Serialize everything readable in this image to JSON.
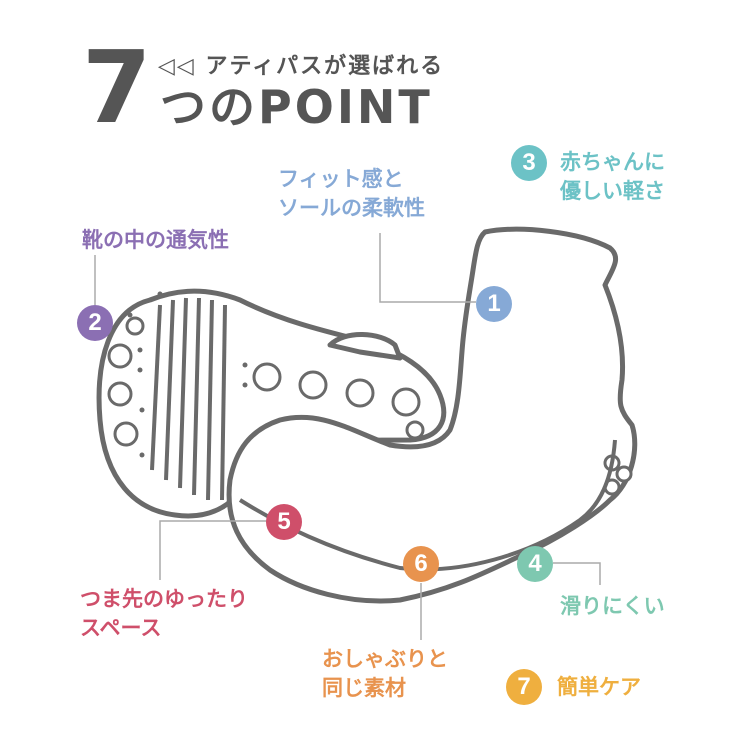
{
  "header": {
    "number": "7",
    "subtitle": "◁◁ アティパスが選ばれる",
    "title": "つのPOINT"
  },
  "points": [
    {
      "num": "1",
      "lines": [
        "フィット感と",
        "ソールの柔軟性"
      ],
      "color": "#86a9d6"
    },
    {
      "num": "2",
      "lines": [
        "靴の中の通気性"
      ],
      "color": "#8b6fb3"
    },
    {
      "num": "3",
      "lines": [
        "赤ちゃんに",
        "優しい軽さ"
      ],
      "color": "#6cc2c6"
    },
    {
      "num": "4",
      "lines": [
        "滑りにくい"
      ],
      "color": "#7ec8b0"
    },
    {
      "num": "5",
      "lines": [
        "つま先のゆったり",
        "スペース"
      ],
      "color": "#cf4f6a"
    },
    {
      "num": "6",
      "lines": [
        "おしゃぶりと",
        "同じ素材"
      ],
      "color": "#e8934e"
    },
    {
      "num": "7",
      "lines": [
        "簡単ケア"
      ],
      "color": "#efaf3f"
    }
  ],
  "colors": {
    "heading": "#555555",
    "outline": "#6a6a6a"
  }
}
